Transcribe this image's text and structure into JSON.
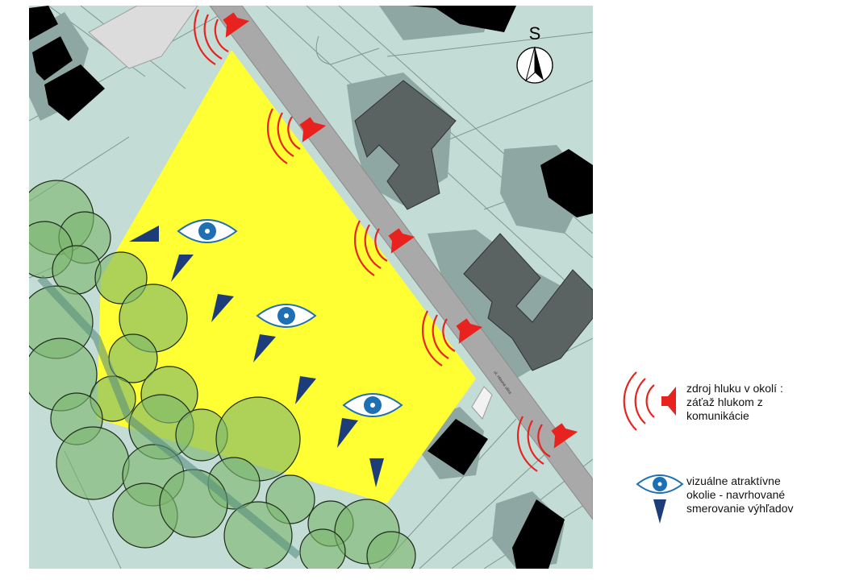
{
  "map": {
    "compass_label": "S",
    "street_label": "ul. Hlavná ulica",
    "colors": {
      "background": "#c3dcd6",
      "site": "#ffff33",
      "road": "#a9a9a9",
      "building_dark": "#000000",
      "building_grey": "#5a6361",
      "shadow": "#8fa7a2",
      "tree_fill": "#7cb66e",
      "noise": "#e8231f",
      "eye": "#1f6fb5",
      "view_arrow": "#1c3d7a"
    }
  },
  "legend": {
    "noise_lines": [
      "zdroj hluku v okolí :",
      "záťaž hlukom z",
      "komunikácie"
    ],
    "view_lines": [
      "vizuálne atraktívne",
      "okolie - navrhované",
      "smerovanie výhľadov"
    ]
  }
}
